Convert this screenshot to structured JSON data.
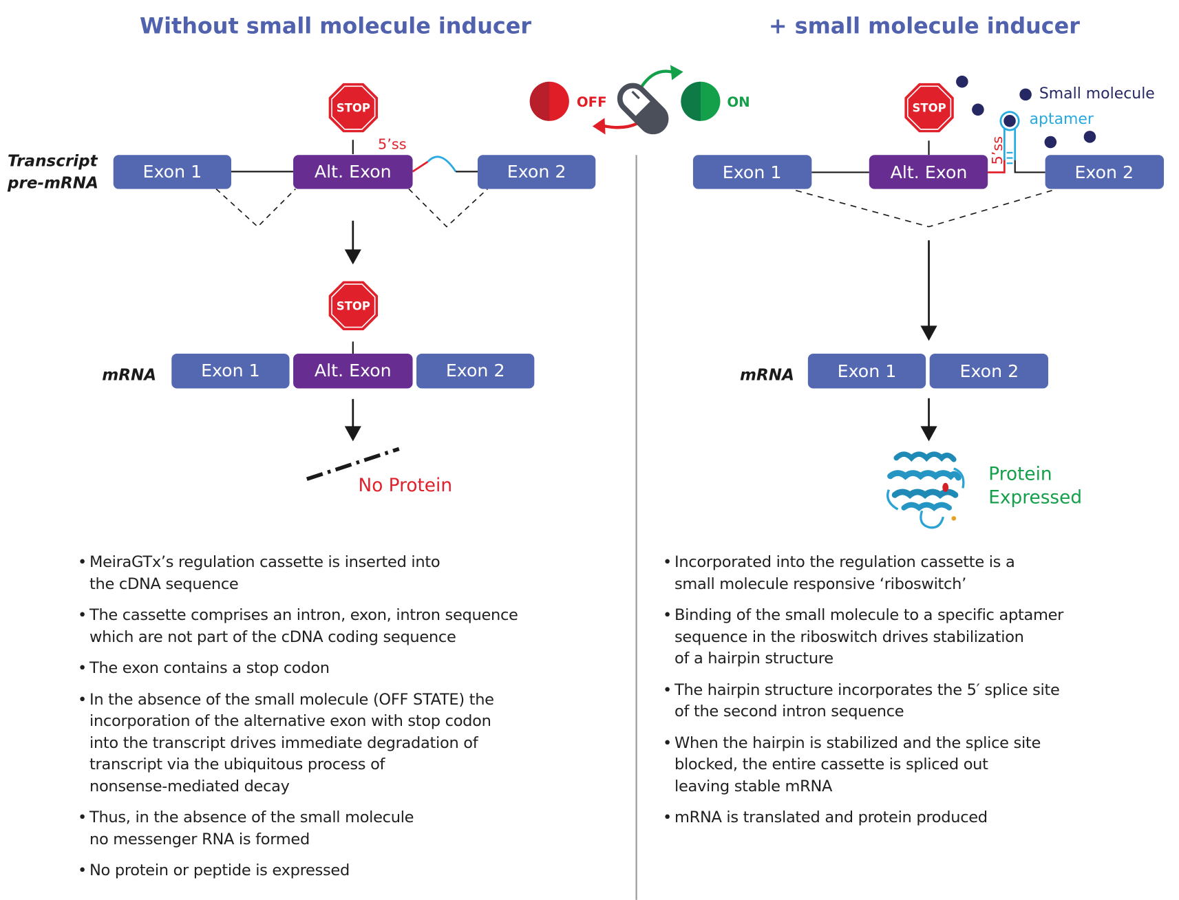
{
  "left_panel": {
    "title": "Without small molecule inducer",
    "transcript_label_line1": "Transcript",
    "transcript_label_line2": "pre-mRNA",
    "mrna_label": "mRNA",
    "stop_sign": "STOP",
    "splice_site_label": "5’ss",
    "pre_mrna_exons": [
      "Exon 1",
      "Alt. Exon",
      "Exon 2"
    ],
    "mrna_exons": [
      "Exon 1",
      "Alt. Exon",
      "Exon 2"
    ],
    "result": "No Protein",
    "bullets": [
      [
        "MeiraGTx’s regulation cassette is inserted into",
        "the cDNA sequence"
      ],
      [
        "The cassette comprises an intron, exon, intron sequence",
        "which are not part of the cDNA coding sequence"
      ],
      [
        "The exon contains a stop codon"
      ],
      [
        "In the absence of the small molecule (OFF STATE) the",
        "incorporation of the alternative exon with stop codon",
        "into the transcript drives immediate degradation of",
        "transcript via the ubiquitous process of",
        "nonsense-mediated decay"
      ],
      [
        "Thus, in the absence of the small molecule",
        "no messenger RNA is formed"
      ],
      [
        "No protein or peptide is expressed"
      ]
    ]
  },
  "switch": {
    "off_label": "OFF",
    "on_label": "ON",
    "icon": "pill-icon"
  },
  "right_panel": {
    "title": "+ small molecule inducer",
    "mrna_label": "mRNA",
    "stop_sign": "STOP",
    "splice_site_label": "5’ss",
    "legend_small_molecule": "Small molecule",
    "legend_aptamer": "aptamer",
    "pre_mrna_exons": [
      "Exon 1",
      "Alt. Exon",
      "Exon 2"
    ],
    "mrna_exons": [
      "Exon 1",
      "Exon 2"
    ],
    "result_line1": "Protein",
    "result_line2": "Expressed",
    "bullets": [
      [
        "Incorporated into the regulation cassette is a",
        "small molecule responsive ‘riboswitch’"
      ],
      [
        "Binding of the small molecule to a specific aptamer",
        "sequence in the riboswitch drives stabilization",
        "of a hairpin structure"
      ],
      [
        "The hairpin structure incorporates the 5′ splice site",
        "of the second intron sequence"
      ],
      [
        "When the hairpin is stabilized and the splice site",
        "blocked, the entire cassette is spliced out",
        "leaving stable mRNA"
      ],
      [
        "mRNA is translated and protein produced"
      ]
    ]
  },
  "colors": {
    "title": "#5062ad",
    "exon": "#5468b2",
    "alt_exon": "#672d91",
    "stop": "#e0202a",
    "off_red": "#e01e27",
    "on_green": "#14a04a",
    "small_molecule": "#262863",
    "aptamer": "#27aae1",
    "divider": "#9a9a9a"
  }
}
